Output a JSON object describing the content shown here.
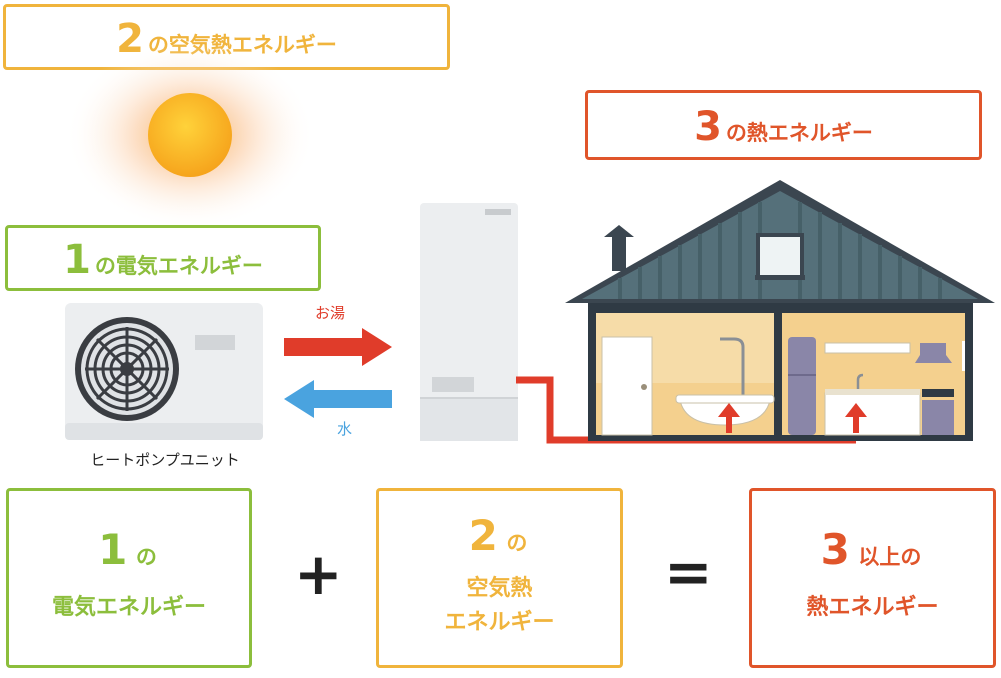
{
  "top_labels": {
    "air": {
      "num": "2",
      "text": "の空気熱エネルギー"
    },
    "electric": {
      "num": "1",
      "text": "の電気エネルギー"
    },
    "heat": {
      "num": "3",
      "text": "の熱エネルギー"
    }
  },
  "diagram": {
    "hot_water_label": "お湯",
    "water_label": "水",
    "heat_pump_label": "ヒートポンプユニット"
  },
  "equation": {
    "box1": {
      "num": "1",
      "no": "の",
      "line2": "電気エネルギー"
    },
    "plus": "+",
    "box2": {
      "num": "2",
      "no": "の",
      "line2": "空気熱",
      "line3": "エネルギー"
    },
    "equals": "=",
    "box3": {
      "num": "3",
      "suffix": "以上の",
      "line2": "熱エネルギー"
    }
  },
  "colors": {
    "green": "#8cbe3c",
    "yellow": "#f0b43c",
    "orange": "#e0552a",
    "red_arrow": "#e03c2a",
    "blue_arrow": "#4aa3df"
  }
}
